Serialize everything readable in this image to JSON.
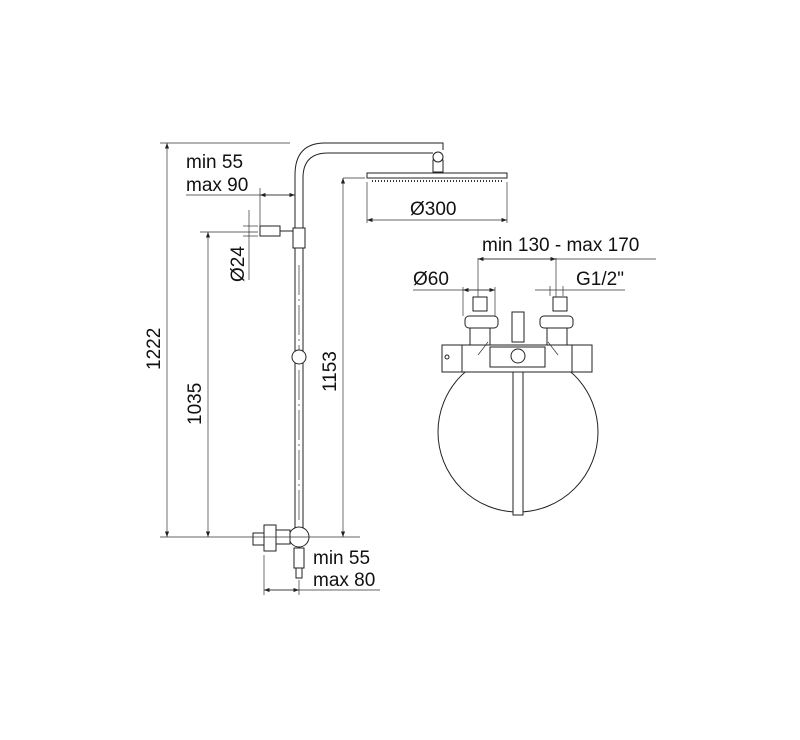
{
  "title": "Shower column technical drawing",
  "dimensions": {
    "arm_offset_min": "min 55",
    "arm_offset_max": "max 90",
    "head_diameter": "Ø300",
    "total_height": "1222",
    "bracket_height": "1035",
    "head_height": "1153",
    "pipe_diameter": "Ø24",
    "inlet_spacing": "min 130 - max 170",
    "escutcheon_diameter": "Ø60",
    "thread": "G1/2\"",
    "mixer_offset_min": "min 55",
    "mixer_offset_max": "max 80"
  }
}
